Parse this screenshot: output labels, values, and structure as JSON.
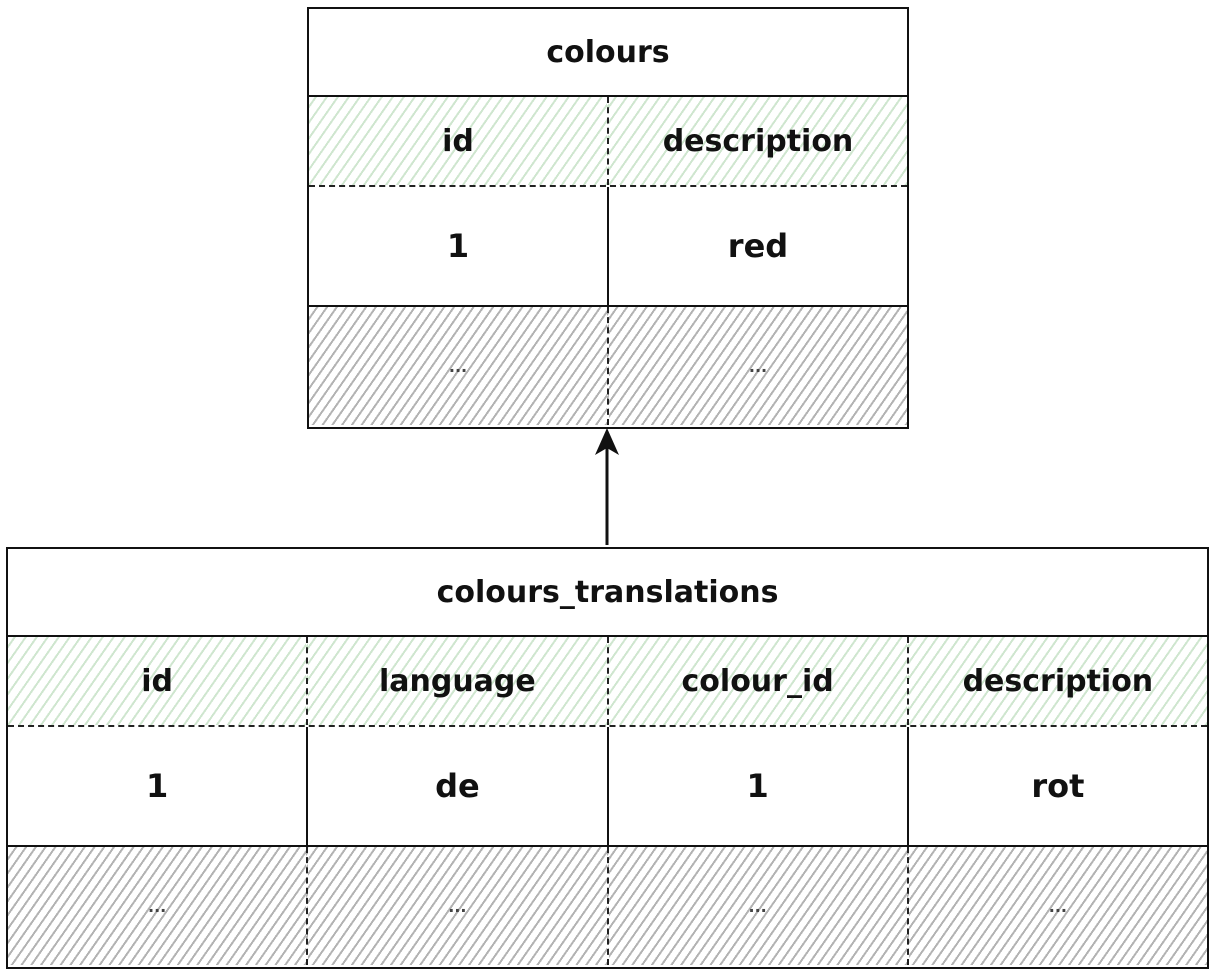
{
  "tables": {
    "colours": {
      "title": "colours",
      "columns": [
        "id",
        "description"
      ],
      "rows": [
        [
          "1",
          "red"
        ]
      ],
      "ellipsis": [
        "...",
        "..."
      ]
    },
    "colours_translations": {
      "title": "colours_translations",
      "columns": [
        "id",
        "language",
        "colour_id",
        "description"
      ],
      "rows": [
        [
          "1",
          "de",
          "1",
          "rot"
        ]
      ],
      "ellipsis": [
        "...",
        "...",
        "...",
        "..."
      ]
    }
  },
  "relations": [
    {
      "from": "colours_translations",
      "to": "colours"
    }
  ],
  "colors": {
    "header_hatch": "#cfe6cf",
    "ellipsis_hatch": "#b3b3b3",
    "stroke": "#111111"
  }
}
